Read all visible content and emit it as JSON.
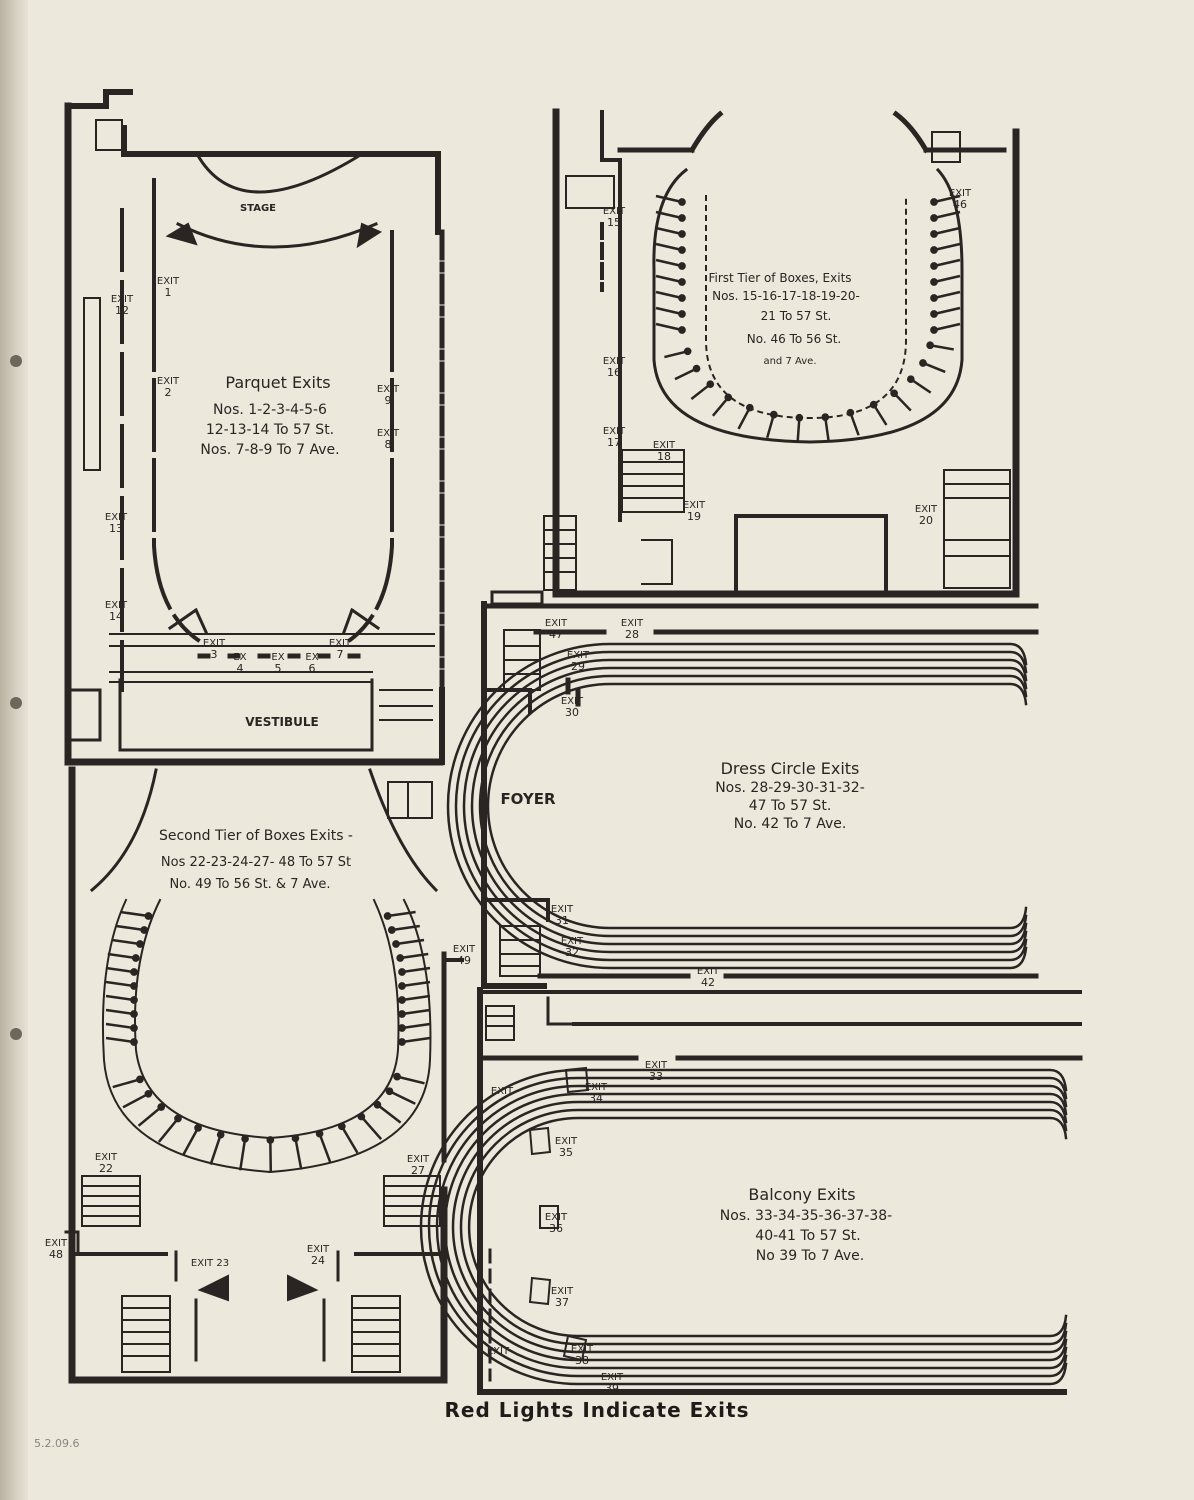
{
  "caption": "Red Lights Indicate Exits",
  "pencil_note": "5.2.09.6",
  "parquet": {
    "stage": "STAGE",
    "vestibule": "VESTIBULE",
    "exits_title": "Parquet Exits",
    "exits_lines": [
      "Nos. 1-2-3-4-5-6",
      "12-13-14 To 57 St.",
      "Nos. 7-8-9 To 7 Ave."
    ],
    "exit_labels": [
      {
        "t": "EXIT",
        "n": "1"
      },
      {
        "t": "EXIT",
        "n": "2"
      },
      {
        "t": "EXIT",
        "n": "12"
      },
      {
        "t": "EXIT",
        "n": "13"
      },
      {
        "t": "EXIT",
        "n": "14"
      },
      {
        "t": "EXIT",
        "n": "9"
      },
      {
        "t": "EXIT",
        "n": "8"
      },
      {
        "t": "EXIT",
        "n": "3"
      },
      {
        "t": "EX",
        "n": "4"
      },
      {
        "t": "EX",
        "n": "5"
      },
      {
        "t": "EX",
        "n": "6"
      },
      {
        "t": "EXIT",
        "n": "7"
      }
    ]
  },
  "first_tier": {
    "exits_lines": [
      "First Tier of Boxes, Exits",
      "Nos. 15-16-17-18-19-20-",
      "21 To 57 St.",
      "No. 46 To 56 St.",
      "and 7 Ave."
    ],
    "exit_labels": [
      {
        "t": "EXIT",
        "n": "15"
      },
      {
        "t": "EXIT",
        "n": "16"
      },
      {
        "t": "EXIT",
        "n": "17"
      },
      {
        "t": "EXIT",
        "n": "18"
      },
      {
        "t": "EXIT",
        "n": "19"
      },
      {
        "t": "EXIT",
        "n": "20"
      },
      {
        "t": "EXIT",
        "n": "46"
      }
    ]
  },
  "second_tier": {
    "exits_lines": [
      "Second Tier of Boxes  Exits -",
      "Nos 22-23-24-27- 48 To 57 St",
      "No.   49 To 56 St. & 7 Ave."
    ],
    "exit_labels": [
      {
        "t": "EXIT",
        "n": "22"
      },
      {
        "t": "EXIT",
        "n": "27"
      },
      {
        "t": "EXIT 23",
        "n": ""
      },
      {
        "t": "EXIT",
        "n": "24"
      },
      {
        "t": "EXIT",
        "n": "48"
      },
      {
        "t": "EXIT",
        "n": "49"
      }
    ]
  },
  "dress_circle": {
    "foyer": "FOYER",
    "exits_lines": [
      "Dress Circle Exits",
      "Nos. 28-29-30-31-32-",
      "47 To 57 St.",
      "No. 42 To 7 Ave."
    ],
    "exit_labels": [
      {
        "t": "EXIT",
        "n": "47"
      },
      {
        "t": "EXIT",
        "n": "28"
      },
      {
        "t": "EXIT",
        "n": "29"
      },
      {
        "t": "EXIT",
        "n": "30"
      },
      {
        "t": "EXIT",
        "n": "31"
      },
      {
        "t": "EXIT",
        "n": "32"
      },
      {
        "t": "EXIT",
        "n": "42"
      }
    ]
  },
  "balcony": {
    "exits_lines": [
      "Balcony Exits",
      "Nos. 33-34-35-36-37-38-",
      "40-41 To 57 St.",
      "No 39 To 7 Ave."
    ],
    "exit_labels": [
      {
        "t": "EXIT",
        "n": "33"
      },
      {
        "t": "EXIT",
        "n": "34"
      },
      {
        "t": "EXIT",
        "n": "35"
      },
      {
        "t": "EXIT",
        "n": "36"
      },
      {
        "t": "EXIT",
        "n": "37"
      },
      {
        "t": "EXIT",
        "n": "38"
      },
      {
        "t": "EXIT",
        "n": "39"
      },
      {
        "t": "EXIT",
        "n": ""
      },
      {
        "t": "EXIT",
        "n": ""
      }
    ]
  }
}
